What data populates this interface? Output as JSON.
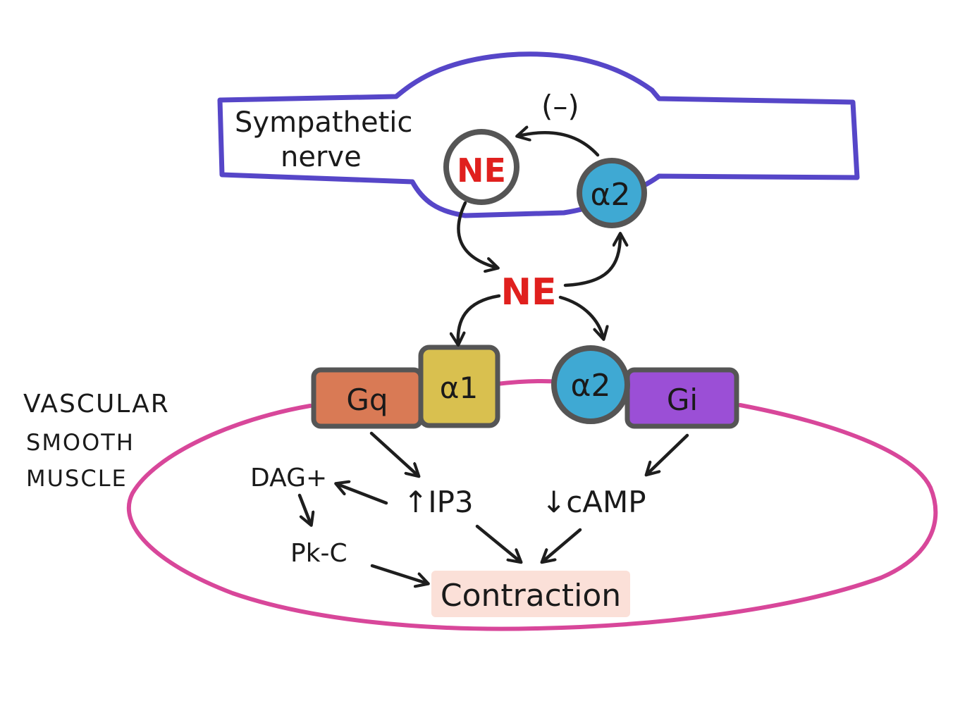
{
  "nerve": {
    "label_line1": "Sympathetic",
    "label_line2": "nerve"
  },
  "feedback": {
    "label": "(–)"
  },
  "presynaptic": {
    "ne_label": "NE",
    "alpha2_label": "α2"
  },
  "synapse": {
    "ne_label": "NE"
  },
  "receptors": {
    "gq_label": "Gq",
    "alpha1_label": "α1",
    "alpha2_label": "α2",
    "gi_label": "Gi"
  },
  "muscle": {
    "label_line1": "VASCULAR",
    "label_line2": "SMOOTH",
    "label_line3": "MUSCLE"
  },
  "messengers": {
    "dag": "DAG+",
    "pkc": "Pk-C",
    "ip3": "↑IP3",
    "camp": "↓cAMP"
  },
  "outcome": {
    "label": "Contraction"
  },
  "colors": {
    "nerve_outline": "#5646c8",
    "muscle_outline": "#d8479a",
    "ne_red": "#e0201e",
    "alpha2_fill": "#3fa9d3",
    "gq_fill": "#d97a55",
    "alpha1_fill": "#d9c04f",
    "gi_fill": "#9b4fd6",
    "contraction_bg": "#fbe0d8",
    "node_border": "#555555"
  }
}
